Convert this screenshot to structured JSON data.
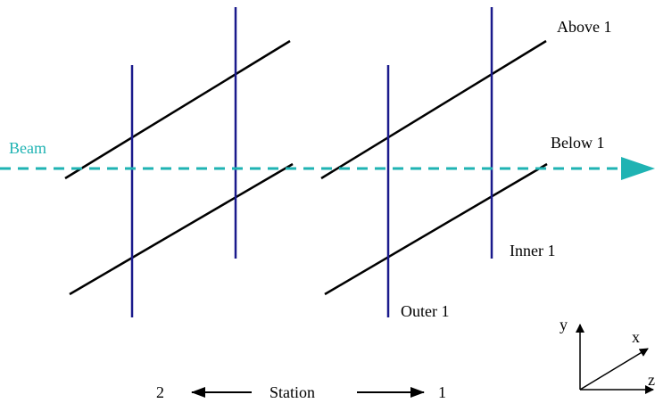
{
  "labels": {
    "beam": "Beam",
    "above": "Above 1",
    "below": "Below 1",
    "inner": "Inner 1",
    "outer": "Outer 1",
    "station_left": "2",
    "station": "Station",
    "station_right": "1",
    "axis_y": "y",
    "axis_x": "x",
    "axis_z": "z"
  },
  "colors": {
    "beam": "#1fb3b3",
    "vertical_strip": "#1a1a8c",
    "diagonal_strip": "#000000"
  }
}
